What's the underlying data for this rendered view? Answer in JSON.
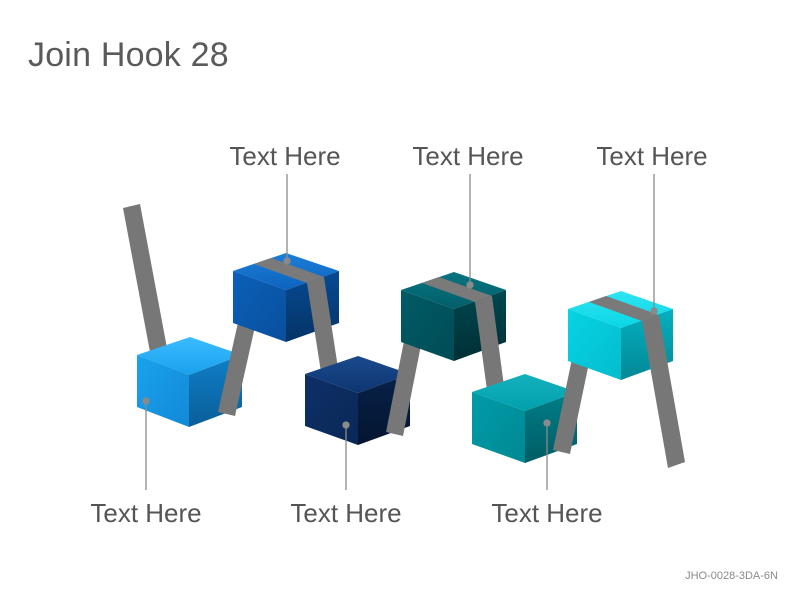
{
  "title": "Join Hook 28",
  "code": "JHO-0028-3DA-6N",
  "labels": {
    "top_1": "Text Here",
    "top_2": "Text Here",
    "top_3": "Text Here",
    "bottom_1": "Text Here",
    "bottom_2": "Text Here",
    "bottom_3": "Text Here"
  },
  "colors": {
    "strap": "#777777",
    "cube_1": "#1aa3ee",
    "cube_2": "#0a5fb8",
    "cube_3": "#0c2f66",
    "cube_4": "#005a66",
    "cube_5": "#009aa8",
    "cube_6": "#00d0e0"
  }
}
